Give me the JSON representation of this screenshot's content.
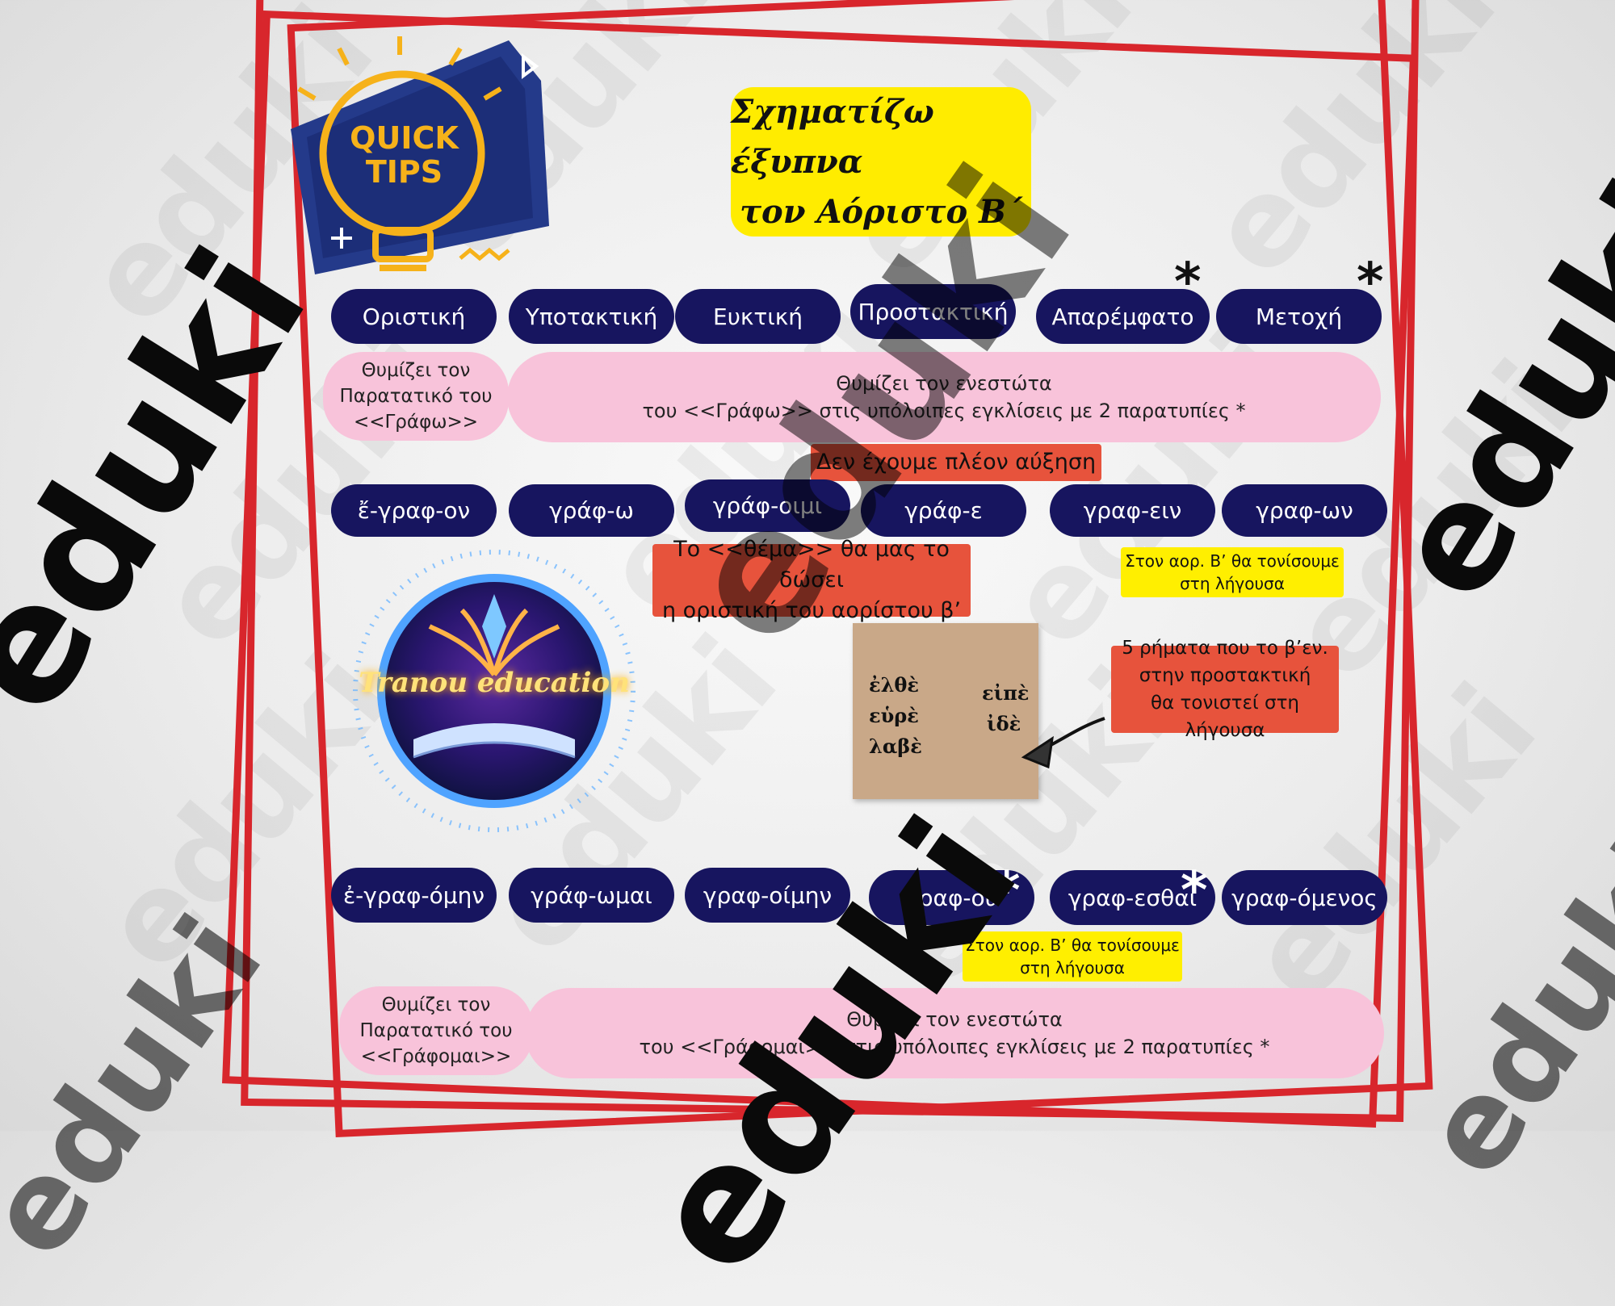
{
  "watermark": {
    "text": "eduki"
  },
  "quick_tips": {
    "line1": "QUICK",
    "line2": "TIPS"
  },
  "title": {
    "line1": "Σχηματίζω έξυπνα",
    "line2": "τον Αόριστο Β΄"
  },
  "moods": [
    "Οριστική",
    "Υποτακτική",
    "Ευκτική",
    "Προστακτική",
    "Απαρέμφατο",
    "Μετοχή"
  ],
  "active_note": {
    "left": "Θυμίζει τον Παρατατικό του <<Γράφω>>",
    "right_line1": "Θυμίζει τον ενεστώτα",
    "right_line2": "του <<Γράφω>> στις υπόλοιπες εγκλίσεις με 2 παρατυπίες *"
  },
  "no_augment": "Δεν έχουμε πλέον αύξηση",
  "active_forms": [
    "ἔ-γραφ-ον",
    "γράφ-ω",
    "γράφ-οιμι",
    "γράφ-ε",
    "γραφ-ειν",
    "γραφ-ων"
  ],
  "accent_note": {
    "line1": "Στον αορ. Β’ θα τονίσουμε",
    "line2": "στη λήγουσα"
  },
  "theme_note": {
    "line1": "Το <<θέμα>> θα μας το δώσει",
    "line2": "η οριστική του αορίστου β’"
  },
  "logo_text": "Tranou education",
  "imperatives": {
    "col1": [
      "ἐλθὲ",
      "εὑρὲ",
      "λαβὲ"
    ],
    "col2": [
      "εἰπὲ",
      "ἰδὲ"
    ]
  },
  "five_verbs_note": {
    "line1": "5 ρήματα που το β’εν.",
    "line2": "στην προστακτική",
    "line3": "θα τονιστεί στη λήγουσα"
  },
  "passive_forms": [
    "ἐ-γραφ-όμην",
    "γράφ-ωμαι",
    "γραφ-οίμην",
    "γραφ-ου",
    "γραφ-εσθαι",
    "γραφ-όμενος"
  ],
  "passive_note": {
    "left": "Θυμίζει τον Παρατατικό του <<Γράφομαι>>",
    "right_line1": "Θυμίζει τον ενεστώτα",
    "right_line2": "του <<Γράφομαι>> στις υπόλοιπες εγκλίσεις με 2 παρατυπίες *"
  },
  "star_symbol": "*",
  "colors": {
    "navy": "#17155f",
    "pink": "#f8c3da",
    "orange": "#e7533c",
    "yellow": "#ffef00",
    "red_frame": "#d8262c"
  }
}
